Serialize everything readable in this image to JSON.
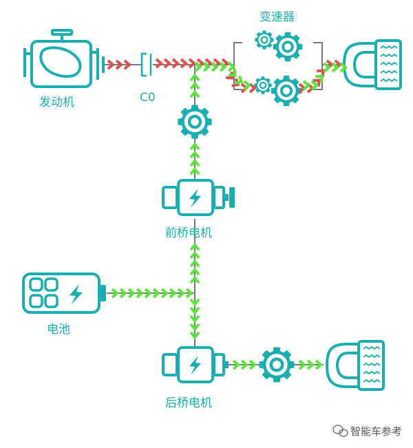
{
  "labels": {
    "engine": "发动机",
    "clutch": "C0",
    "transmission": "变速器",
    "front_motor": "前桥电机",
    "battery": "电池",
    "rear_motor": "后桥电机"
  },
  "watermark": "智能车参考",
  "colors": {
    "teal": "#1aaeb0",
    "mechanical_flow": "#d8524f",
    "electric_flow": "#5ce63c",
    "shaft": "#7a7a7a"
  }
}
